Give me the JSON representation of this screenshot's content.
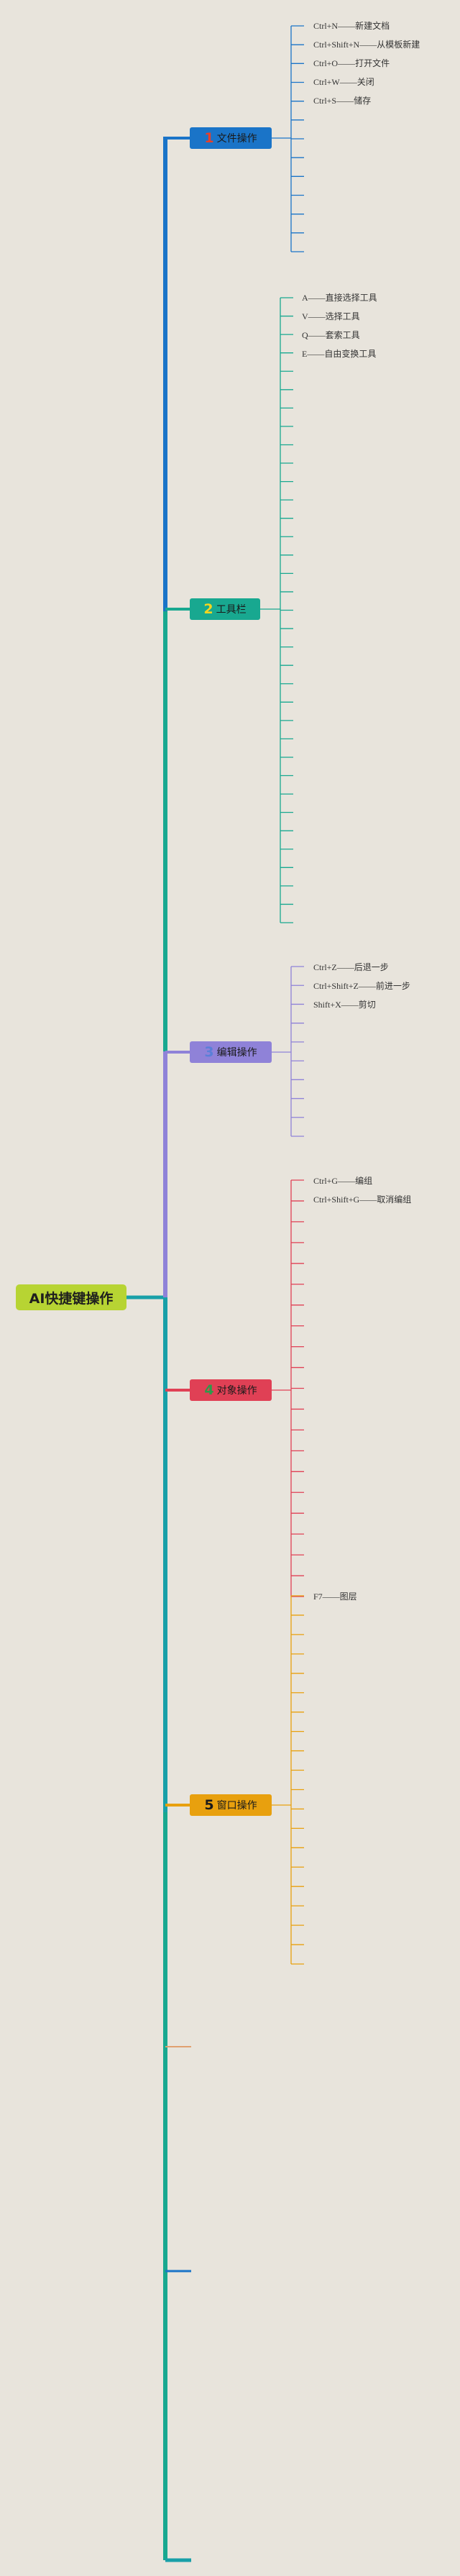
{
  "root": {
    "label": "AI快捷键操作",
    "color": "#b7d433"
  },
  "branches": [
    {
      "number": "1",
      "label": "文件操作",
      "color": "#1a74c8",
      "num_color": "#e8402a",
      "items": [
        "Ctrl+N——新建文档",
        "Ctrl+Shift+N——从模板新建",
        "Ctrl+O——打开文件",
        "Ctrl+W——关闭",
        "Ctrl+S——储存"
      ]
    },
    {
      "number": "2",
      "label": "工具栏",
      "color": "#18a890",
      "num_color": "#f5d520",
      "items": [
        "A——直接选择工具",
        "V——选择工具",
        "Q——套索工具",
        "E——自由变换工具"
      ]
    },
    {
      "number": "3",
      "label": "编辑操作",
      "color": "#8f82d8",
      "num_color": "#5a7fd8",
      "items": [
        "Ctrl+Z——后退一步",
        "Ctrl+Shift+Z——前进一步",
        "Shift+X——剪切"
      ]
    },
    {
      "number": "4",
      "label": "对象操作",
      "color": "#e04055",
      "num_color": "#2e9a4a",
      "items": [
        "Ctrl+G——编组",
        "Ctrl+Shift+G——取消编组"
      ]
    },
    {
      "number": "5",
      "label": "窗口操作",
      "color": "#e8a00e",
      "num_color": "#1a1a1a",
      "items": [
        "F7——图层"
      ]
    }
  ]
}
